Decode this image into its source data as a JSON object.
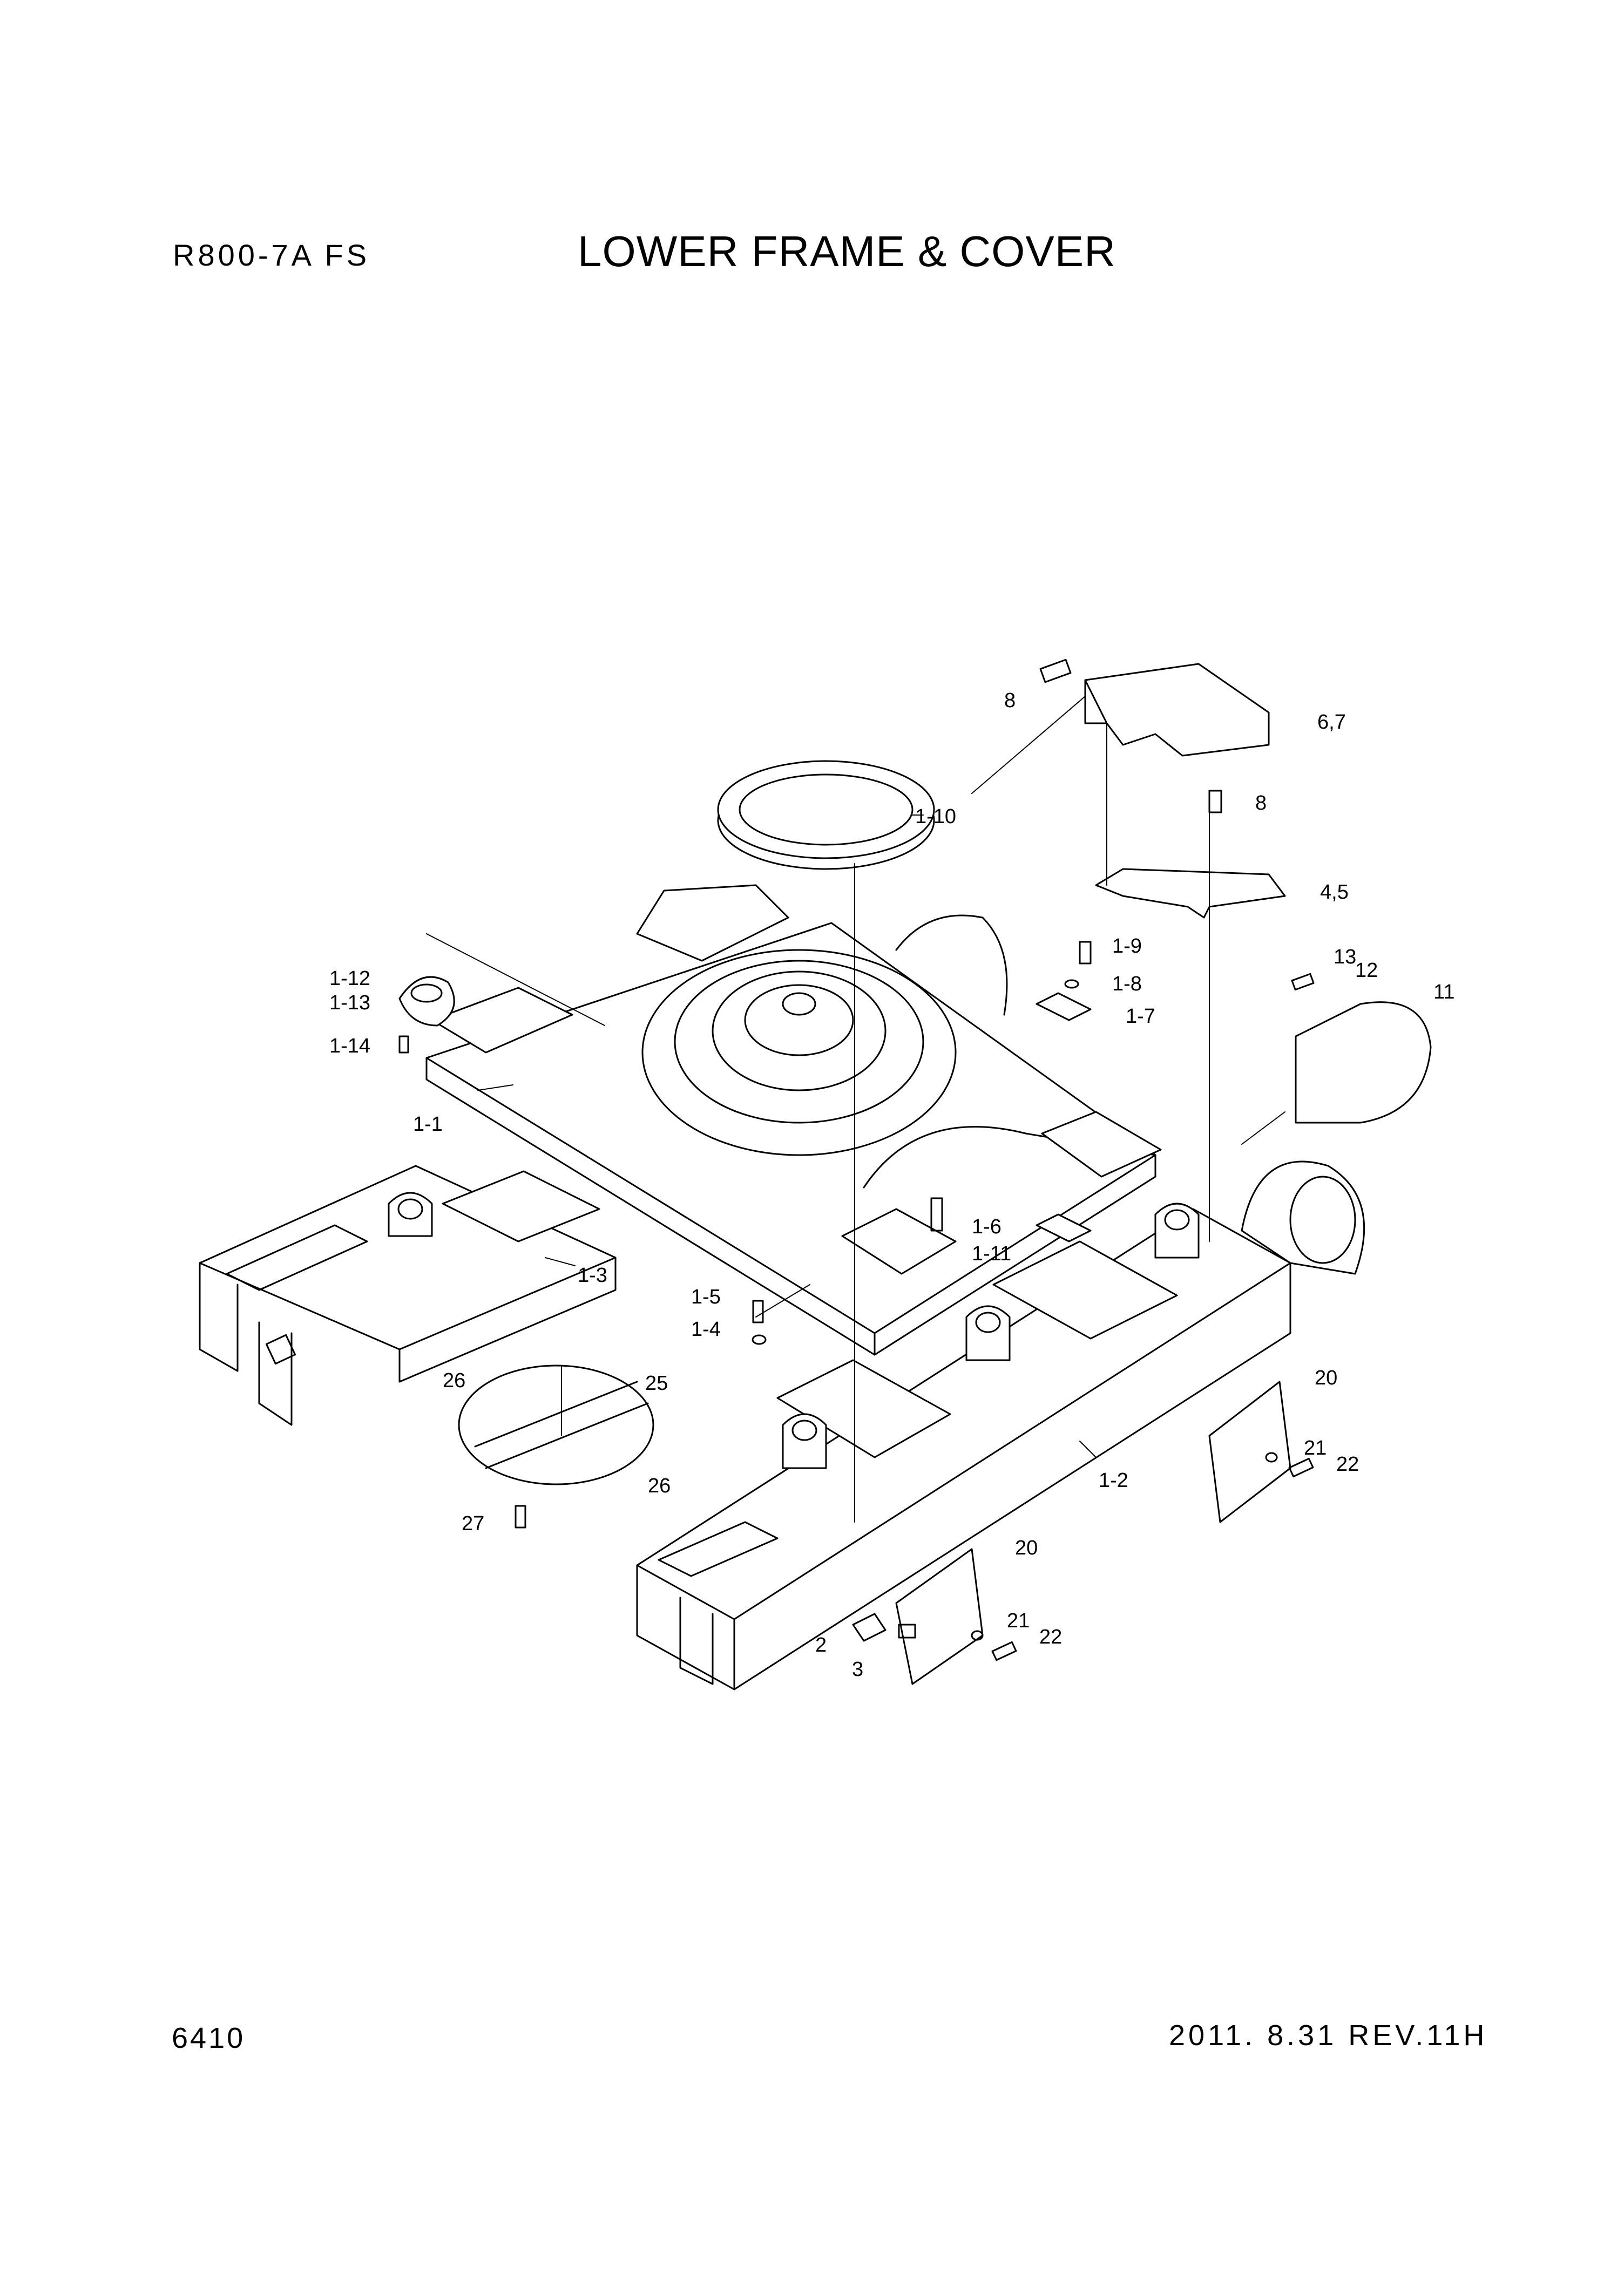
{
  "header": {
    "model": "R800-7A  FS",
    "title": "LOWER FRAME & COVER"
  },
  "footer": {
    "page_number": "6410",
    "revision": "2011. 8.31  REV.11H"
  },
  "callouts": {
    "c_1_1": "1-1",
    "c_1_2": "1-2",
    "c_1_3": "1-3",
    "c_1_4": "1-4",
    "c_1_5": "1-5",
    "c_1_6": "1-6",
    "c_1_7": "1-7",
    "c_1_8": "1-8",
    "c_1_9": "1-9",
    "c_1_10": "1-10",
    "c_1_11": "1-11",
    "c_1_12": "1-12",
    "c_1_13": "1-13",
    "c_1_14": "1-14",
    "c_2": "2",
    "c_3": "3",
    "c_4_5": "4,5",
    "c_6_7": "6,7",
    "c_8a": "8",
    "c_8b": "8",
    "c_11": "11",
    "c_12": "12",
    "c_13": "13",
    "c_20a": "20",
    "c_20b": "20",
    "c_21a": "21",
    "c_21b": "21",
    "c_22a": "22",
    "c_22b": "22",
    "c_25": "25",
    "c_26a": "26",
    "c_26b": "26",
    "c_27": "27"
  }
}
